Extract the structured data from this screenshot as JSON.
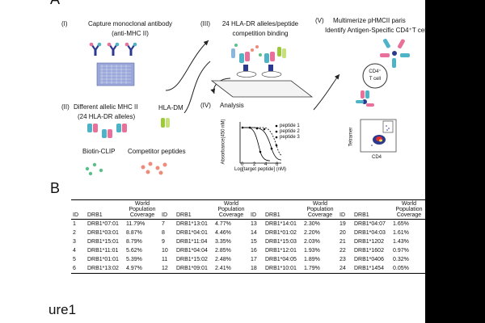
{
  "panel_labels": {
    "a": "A",
    "b": "B"
  },
  "figure_caption": "ure1",
  "steps": {
    "i": {
      "num": "(I)",
      "line1": "Capture monoclonal antibody",
      "line2": "(anti-MHC II)"
    },
    "ii": {
      "num": "(II)",
      "line1": "Different allelic MHC II",
      "line2": "(24 HLA-DR alleles)",
      "hla_dm": "HLA-DM",
      "biotin_clip": "Biotin-CLIP",
      "competitor": "Competitor peptides"
    },
    "iii": {
      "num": "(III)",
      "line1": "24 HLA-DR alleles/peptide",
      "line2": "competition binding"
    },
    "iv": {
      "num": "(IV)",
      "title": "Analysis"
    },
    "v": {
      "num": "(V)",
      "line1": "Multimerize pHMCII paris",
      "line2": "Identify Antigen-Specific CD4⁺T cel",
      "cell_line1": "CD4⁺",
      "cell_line2": "T cell"
    }
  },
  "analysis_chart": {
    "ylabel": "Absorbance(450 nM)",
    "xlabel": "Log[target peptide] (nM)",
    "xticks": [
      "0",
      "2",
      "4",
      "6"
    ],
    "legend": [
      "peptide 1",
      "peptide 2",
      "peptide 3"
    ]
  },
  "flow_plot": {
    "ylabel": "Tetramer",
    "xlabel": "CD4"
  },
  "table": {
    "headers": [
      "ID",
      "DRB1",
      "World Population Coverage",
      "ID",
      "DRB1",
      "World Population Coverage",
      "ID",
      "DRB1",
      "World Population Coverage",
      "ID",
      "DRB1",
      "World Population Coverage"
    ],
    "rows": [
      [
        "1",
        "DRB1*07:01",
        "11.79%",
        "7",
        "DRB1*13:01",
        "4.77%",
        "13",
        "DRB1*14:01",
        "2.30%",
        "19",
        "DRB1*04:07",
        "1.65%"
      ],
      [
        "2",
        "DRB1*03:01",
        "8.87%",
        "8",
        "DRB1*04:01",
        "4.46%",
        "14",
        "DRB1*01:02",
        "2.20%",
        "20",
        "DRB1*04:03",
        "1.61%"
      ],
      [
        "3",
        "DRB1*15:01",
        "8.79%",
        "9",
        "DRB1*11:04",
        "3.35%",
        "15",
        "DRB1*15:03",
        "2.03%",
        "21",
        "DRB1*1202",
        "1.43%"
      ],
      [
        "4",
        "DRB1*11:01",
        "5.62%",
        "10",
        "DRB1*04:04",
        "2.85%",
        "16",
        "DRB1*12:01",
        "1.93%",
        "22",
        "DRB1*1602",
        "0.97%"
      ],
      [
        "5",
        "DRB1*01:01",
        "5.39%",
        "11",
        "DRB1*15:02",
        "2.48%",
        "17",
        "DRB1*04:05",
        "1.89%",
        "23",
        "DRB1*0406",
        "0.32%"
      ],
      [
        "6",
        "DRB1*13:02",
        "4.97%",
        "12",
        "DRB1*09:01",
        "2.41%",
        "18",
        "DRB1*10:01",
        "1.79%",
        "24",
        "DRB1*1454",
        "0.05%"
      ]
    ]
  },
  "colors": {
    "pink": "#e8709a",
    "teal": "#4fb3c8",
    "navy": "#2b3a8f",
    "green": "#9bc93a",
    "lightblue": "#8ab6e0",
    "salmon": "#f08a7a",
    "mint": "#5cc08a",
    "plate": "#9aa7d8"
  }
}
